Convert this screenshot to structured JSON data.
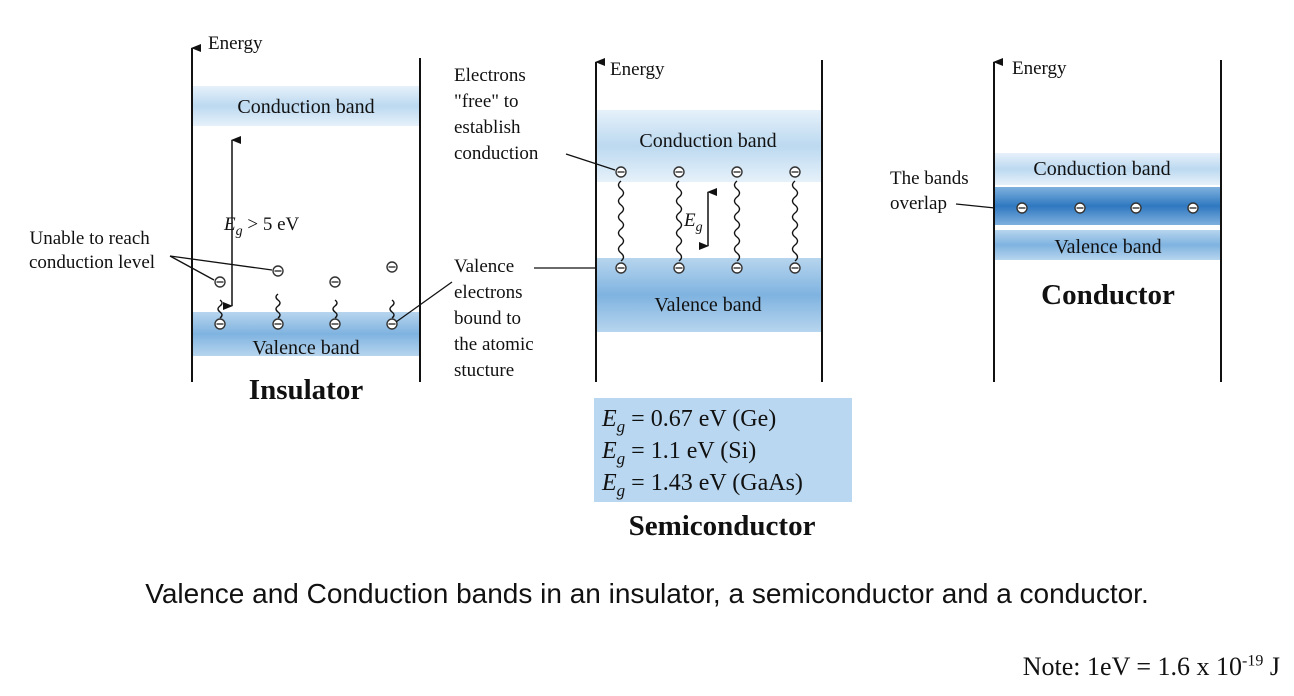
{
  "energy_label": "Energy",
  "insulator": {
    "title": "Insulator",
    "conduction_band": "Conduction band",
    "valence_band": "Valence band",
    "gap_label_var": "E",
    "gap_label_sub": "g",
    "gap_label_rest": " > 5 eV",
    "unable_label": [
      "Unable to reach",
      "conduction level"
    ],
    "valence_electrons_label": [
      "Valence",
      "electrons",
      "bound to",
      "the atomic",
      "stucture"
    ]
  },
  "semiconductor": {
    "title": "Semiconductor",
    "conduction_band": "Conduction band",
    "valence_band": "Valence band",
    "gap_label_var": "E",
    "gap_label_sub": "g",
    "free_label": [
      "Electrons",
      "\"free\" to",
      "establish",
      "conduction"
    ],
    "gap_values": [
      {
        "var": "E",
        "sub": "g",
        "rest": " = 0.67 eV (Ge)"
      },
      {
        "var": "E",
        "sub": "g",
        "rest": " = 1.1 eV (Si)"
      },
      {
        "var": "E",
        "sub": "g",
        "rest": " = 1.43 eV (GaAs)"
      }
    ]
  },
  "conductor": {
    "title": "Conductor",
    "conduction_band": "Conduction band",
    "valence_band": "Valence band",
    "overlap_label": [
      "The bands",
      "overlap"
    ]
  },
  "caption": "Valence and Conduction bands in an insulator, a semiconductor and a conductor.",
  "note": {
    "prefix": "Note: 1eV = 1.6 x 10",
    "exp": "-19",
    "suffix": " J"
  },
  "colors": {
    "band_light": "#c6dff2",
    "band_mid": "#8cbde6",
    "band_dark": "#3c84c8",
    "eq_box": "#b9d7f0"
  }
}
